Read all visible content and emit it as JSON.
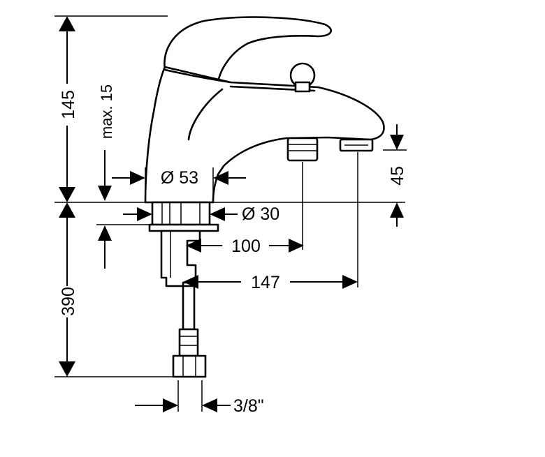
{
  "dimensions": {
    "upper_height": "145",
    "lower_height": "390",
    "max_clearance": "max. 15",
    "body_diameter": "Ø 53",
    "hole_diameter": "Ø 30",
    "spout_height": "45",
    "diverter_reach": "100",
    "spout_reach": "147",
    "connection_thread": "3/8\""
  },
  "colors": {
    "ink": "#000000",
    "paper": "#ffffff"
  }
}
